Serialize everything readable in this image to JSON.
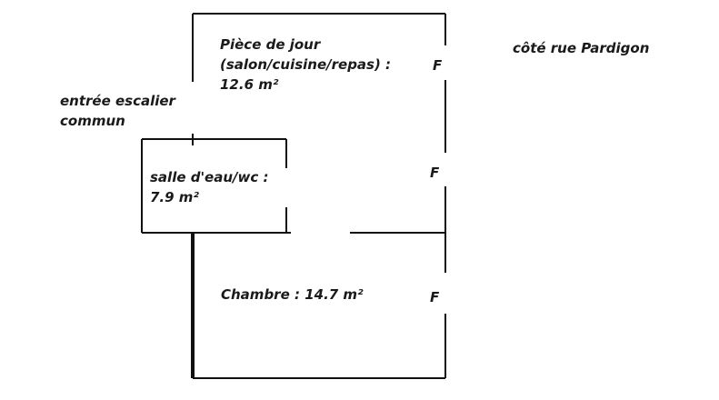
{
  "plan": {
    "wall_color": "#111111",
    "rooms": {
      "living": {
        "line1": "Pièce de jour",
        "line2": "(salon/cuisine/repas) :",
        "line3": "12.6 m²"
      },
      "bathroom": {
        "line1": "salle d'eau/wc :",
        "line2": "7.9 m²"
      },
      "bedroom": {
        "line1": "Chambre : 14.7 m²"
      }
    },
    "stairs": {
      "line1": "entrée escalier",
      "line2": "commun"
    },
    "street": "côté rue Pardigon",
    "window_mark": "F"
  }
}
